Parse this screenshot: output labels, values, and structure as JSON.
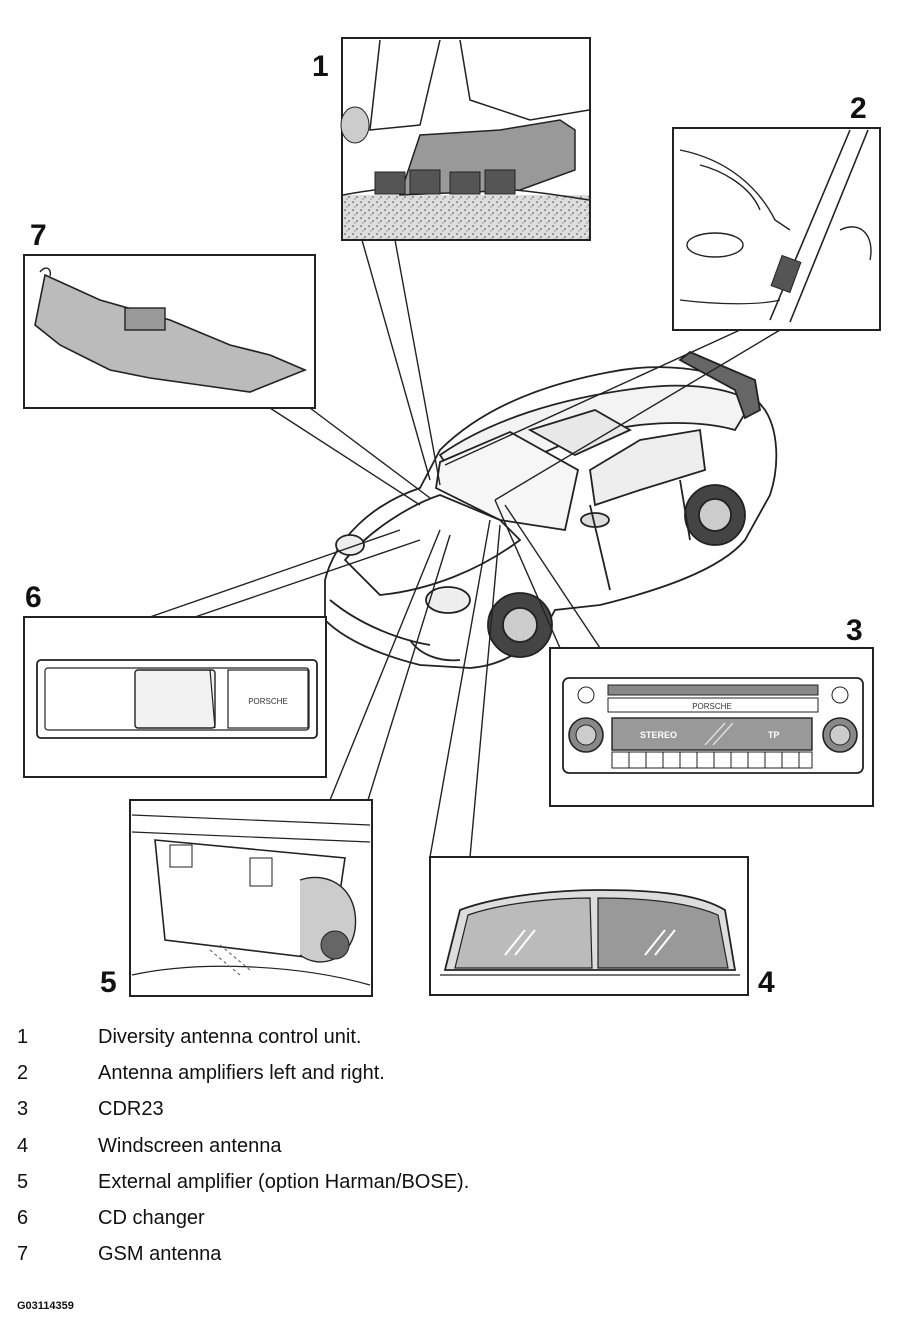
{
  "callouts": [
    {
      "num": "1",
      "label": "Diversity antenna control unit."
    },
    {
      "num": "2",
      "label": "Antenna amplifiers left and right."
    },
    {
      "num": "3",
      "label": "CDR23"
    },
    {
      "num": "4",
      "label": "Windscreen antenna"
    },
    {
      "num": "5",
      "label": "External amplifier (option Harman/BOSE)."
    },
    {
      "num": "6",
      "label": "CD changer"
    },
    {
      "num": "7",
      "label": "GSM antenna"
    }
  ],
  "radio": {
    "brand": "PORSCHE",
    "display_left": "STEREO",
    "display_right": "TP"
  },
  "cd_changer": {
    "brand": "PORSCHE"
  },
  "figure_code": "G03114359"
}
